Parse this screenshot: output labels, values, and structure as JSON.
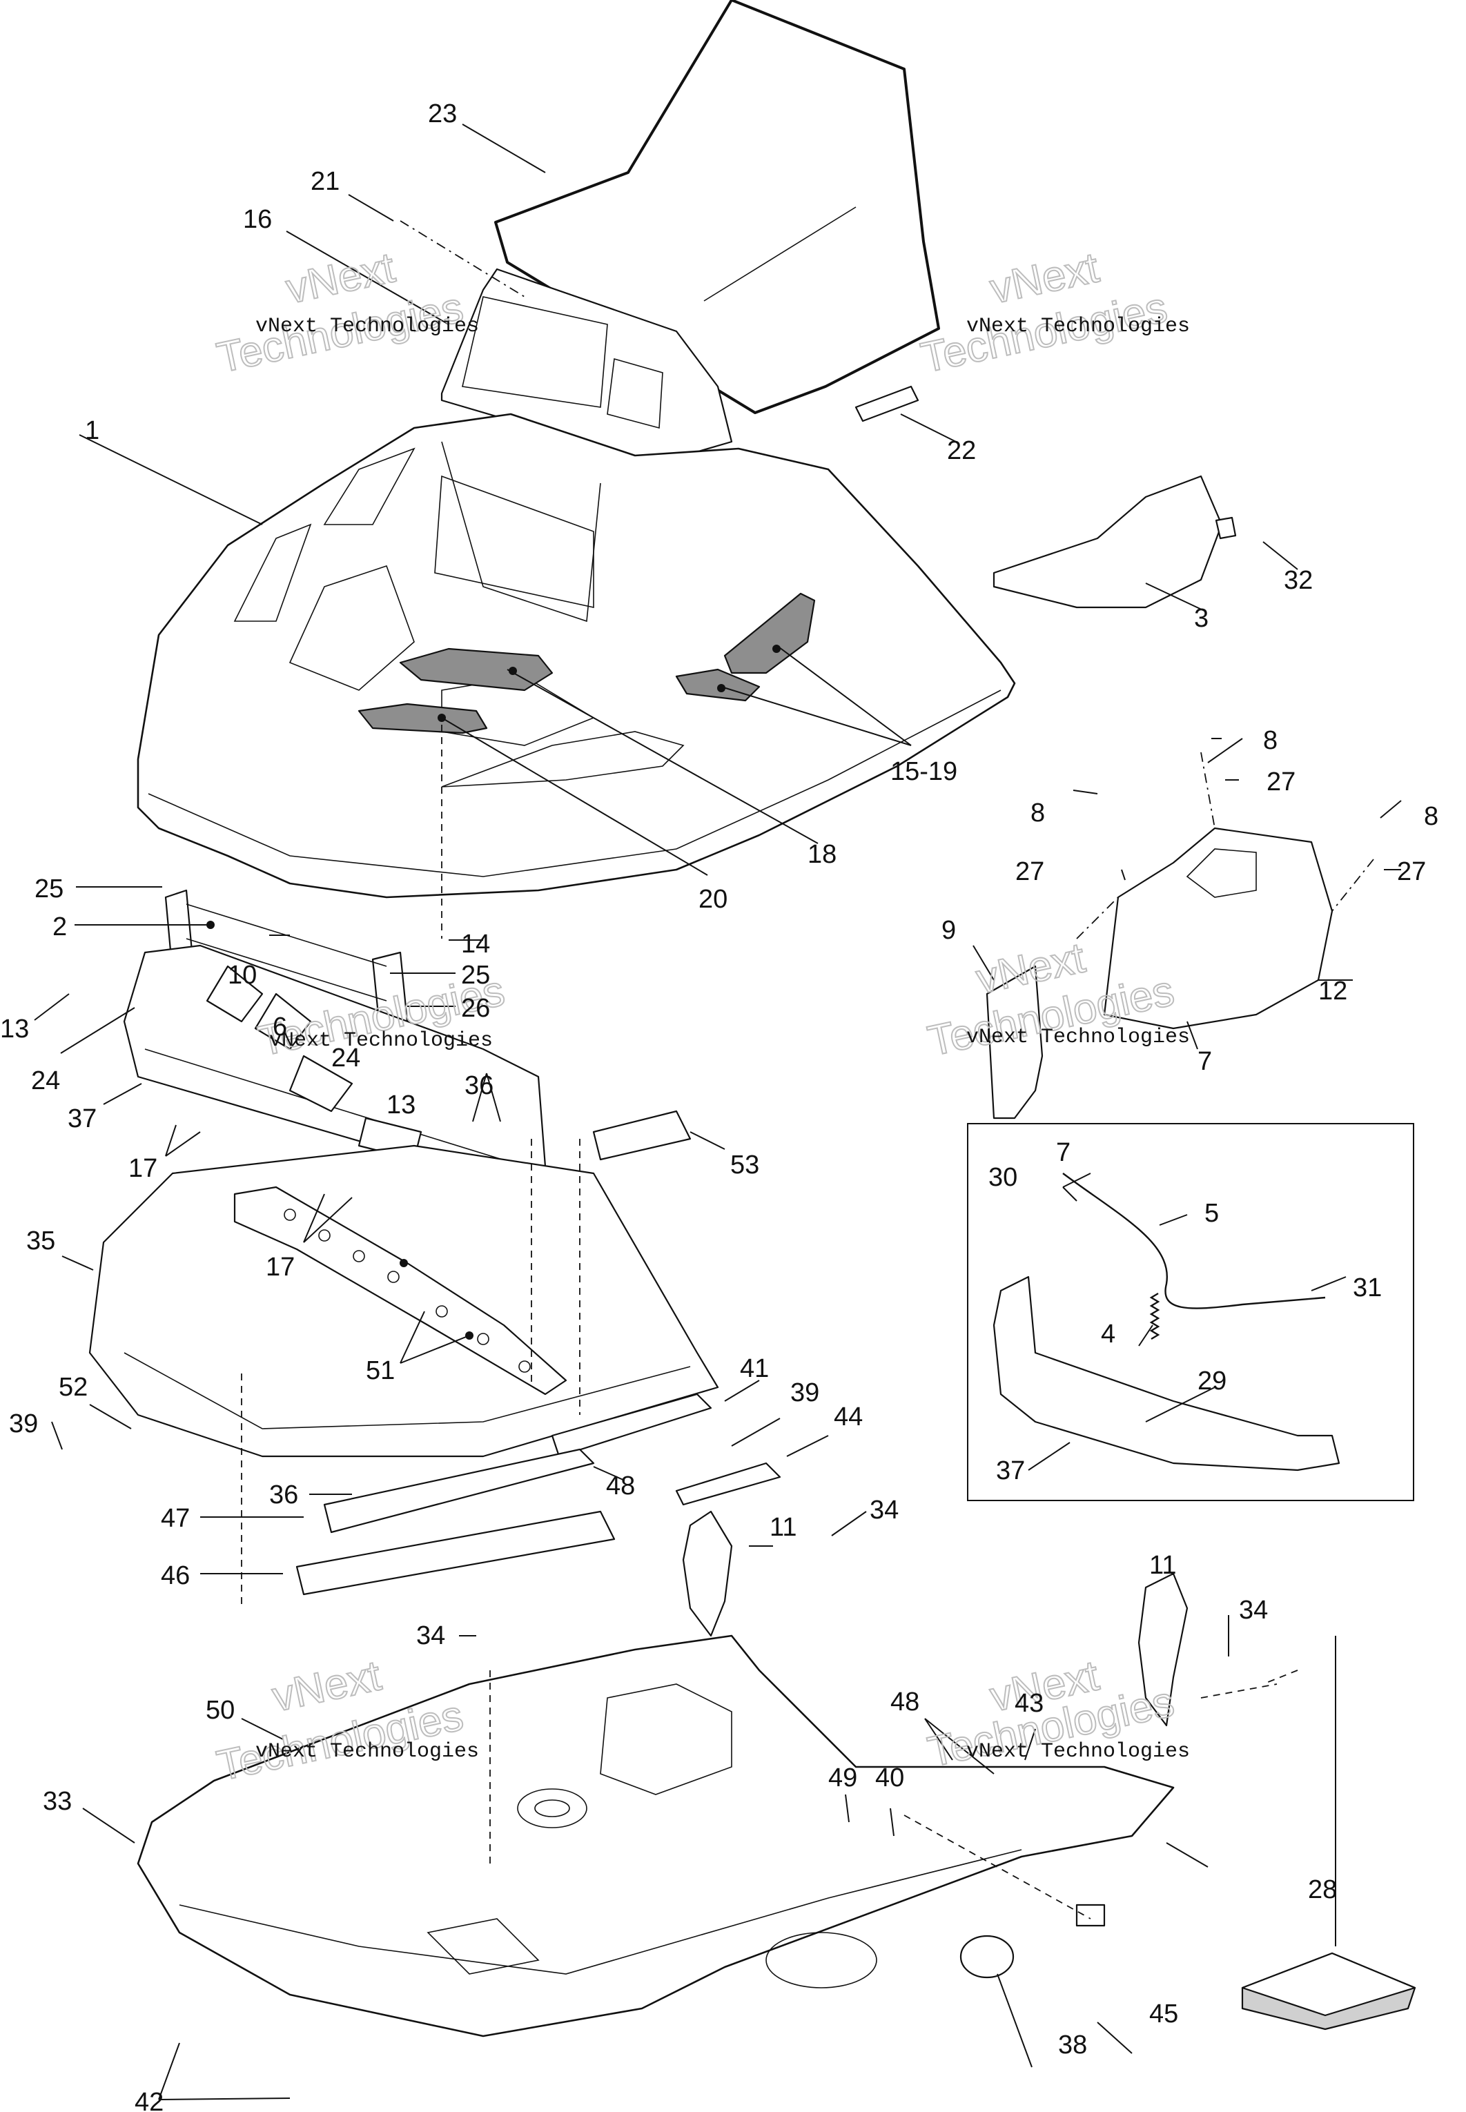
{
  "diagram": {
    "watermark_line1": "vNext Technologies",
    "watermark_line2": "Technologies",
    "watermark_line3": "vNext",
    "callouts": {
      "c1": "1",
      "c2": "2",
      "c3": "3",
      "c4": "4",
      "c5": "5",
      "c6": "6",
      "c7a": "7",
      "c7b": "7",
      "c8a": "8",
      "c8b": "8",
      "c8c": "8",
      "c9": "9",
      "c10": "10",
      "c11a": "11",
      "c11b": "11",
      "c12": "12",
      "c13a": "13",
      "c13b": "13",
      "c14": "14",
      "c15_19": "15-19",
      "c16": "16",
      "c17a": "17",
      "c17b": "17",
      "c18": "18",
      "c20": "20",
      "c21": "21",
      "c22": "22",
      "c23": "23",
      "c24a": "24",
      "c24b": "24",
      "c25a": "25",
      "c25b": "25",
      "c26": "26",
      "c27a": "27",
      "c27b": "27",
      "c27c": "27",
      "c28": "28",
      "c29": "29",
      "c30": "30",
      "c31": "31",
      "c32": "32",
      "c33": "33",
      "c34a": "34",
      "c34b": "34",
      "c34c": "34",
      "c35": "35",
      "c36a": "36",
      "c36b": "36",
      "c37a": "37",
      "c37b": "37",
      "c38": "38",
      "c39a": "39",
      "c39b": "39",
      "c40": "40",
      "c41": "41",
      "c42": "42",
      "c43": "43",
      "c44": "44",
      "c45": "45",
      "c46": "46",
      "c47": "47",
      "c48a": "48",
      "c48b": "48",
      "c49": "49",
      "c50": "50",
      "c51": "51",
      "c52": "52",
      "c53": "53"
    }
  }
}
